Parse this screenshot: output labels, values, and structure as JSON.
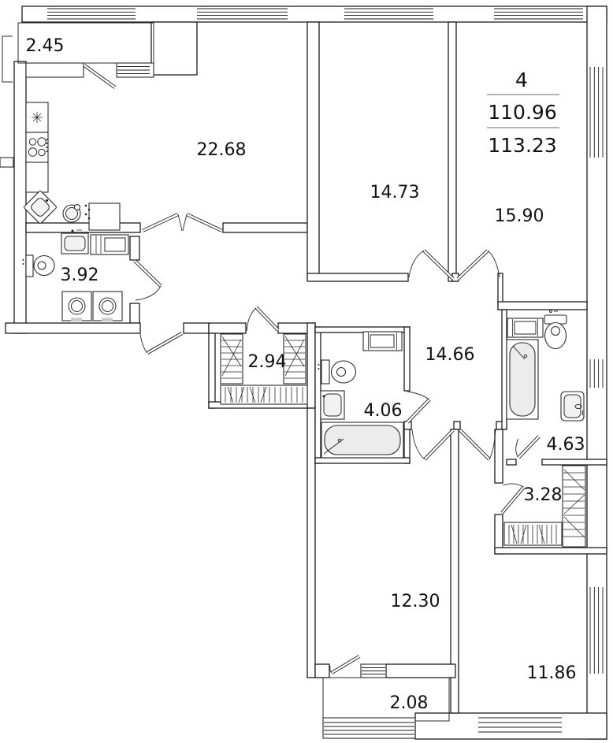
{
  "plan": {
    "type": "apartment-floor-plan",
    "title_block": {
      "rooms_count": "4",
      "area_living": "110.96",
      "area_total": "113.23"
    },
    "rooms": {
      "balcony_top": {
        "area": "2.45"
      },
      "kitchen_living": {
        "area": "22.68"
      },
      "bedroom_top": {
        "area": "14.73"
      },
      "bedroom_right": {
        "area": "15.90"
      },
      "bathroom_left": {
        "area": "3.92"
      },
      "wardrobe_left": {
        "area": "2.94"
      },
      "hallway": {
        "area": "14.66"
      },
      "bathroom_middle": {
        "area": "4.06"
      },
      "bathroom_right": {
        "area": "4.63"
      },
      "wardrobe_right": {
        "area": "3.28"
      },
      "bedroom_bottom": {
        "area": "12.30"
      },
      "bedroom_bottom_right": {
        "area": "11.86"
      },
      "balcony_bottom": {
        "area": "2.08"
      }
    },
    "colors": {
      "line": "#1d1d1d",
      "fixture_fill": "#ececec",
      "separator": "#9b9b9b",
      "background": "#ffffff"
    },
    "icons": [
      "fridge-icon",
      "stove-icon",
      "kitchen-sink-icon",
      "washbasin-icon",
      "toilet-icon",
      "washing-machine-icon",
      "bathtub-icon",
      "radiator-icon",
      "cabinet-icon",
      "wardrobe-shelves-icon",
      "wardrobe-rail-icon",
      "window-icon",
      "door-swing-icon"
    ]
  }
}
